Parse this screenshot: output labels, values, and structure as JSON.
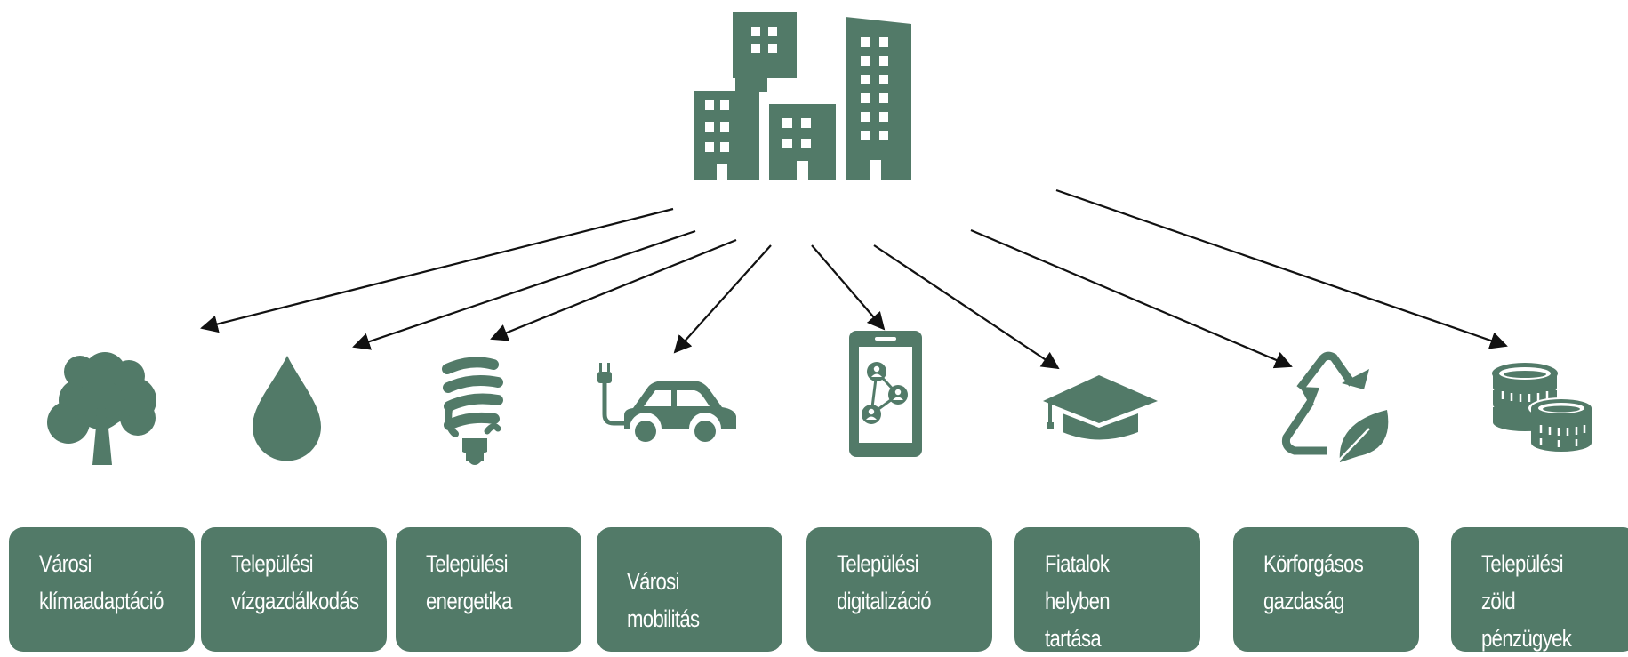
{
  "colors": {
    "primary": "#527a68",
    "arrow": "#111111",
    "label_text": "#ffffff"
  },
  "center": {
    "icon": "city-buildings-icon"
  },
  "topics": [
    {
      "icon": "tree-icon",
      "label": "Városi\nklímaadaptáció"
    },
    {
      "icon": "water-drop-icon",
      "label": "Települési\nvízgazdálkodás"
    },
    {
      "icon": "energy-bulb-icon",
      "label": "Települési\nenergetika"
    },
    {
      "icon": "electric-car-icon",
      "label": "Városi mobilitás"
    },
    {
      "icon": "smartphone-network-icon",
      "label": "Települési\ndigitalizáció"
    },
    {
      "icon": "graduation-cap-icon",
      "label": "Fiatalok helyben\ntartása"
    },
    {
      "icon": "recycle-leaf-icon",
      "label": "Körforgásos\ngazdaság"
    },
    {
      "icon": "coins-icon",
      "label": "Települési zöld\npénzügyek"
    }
  ]
}
